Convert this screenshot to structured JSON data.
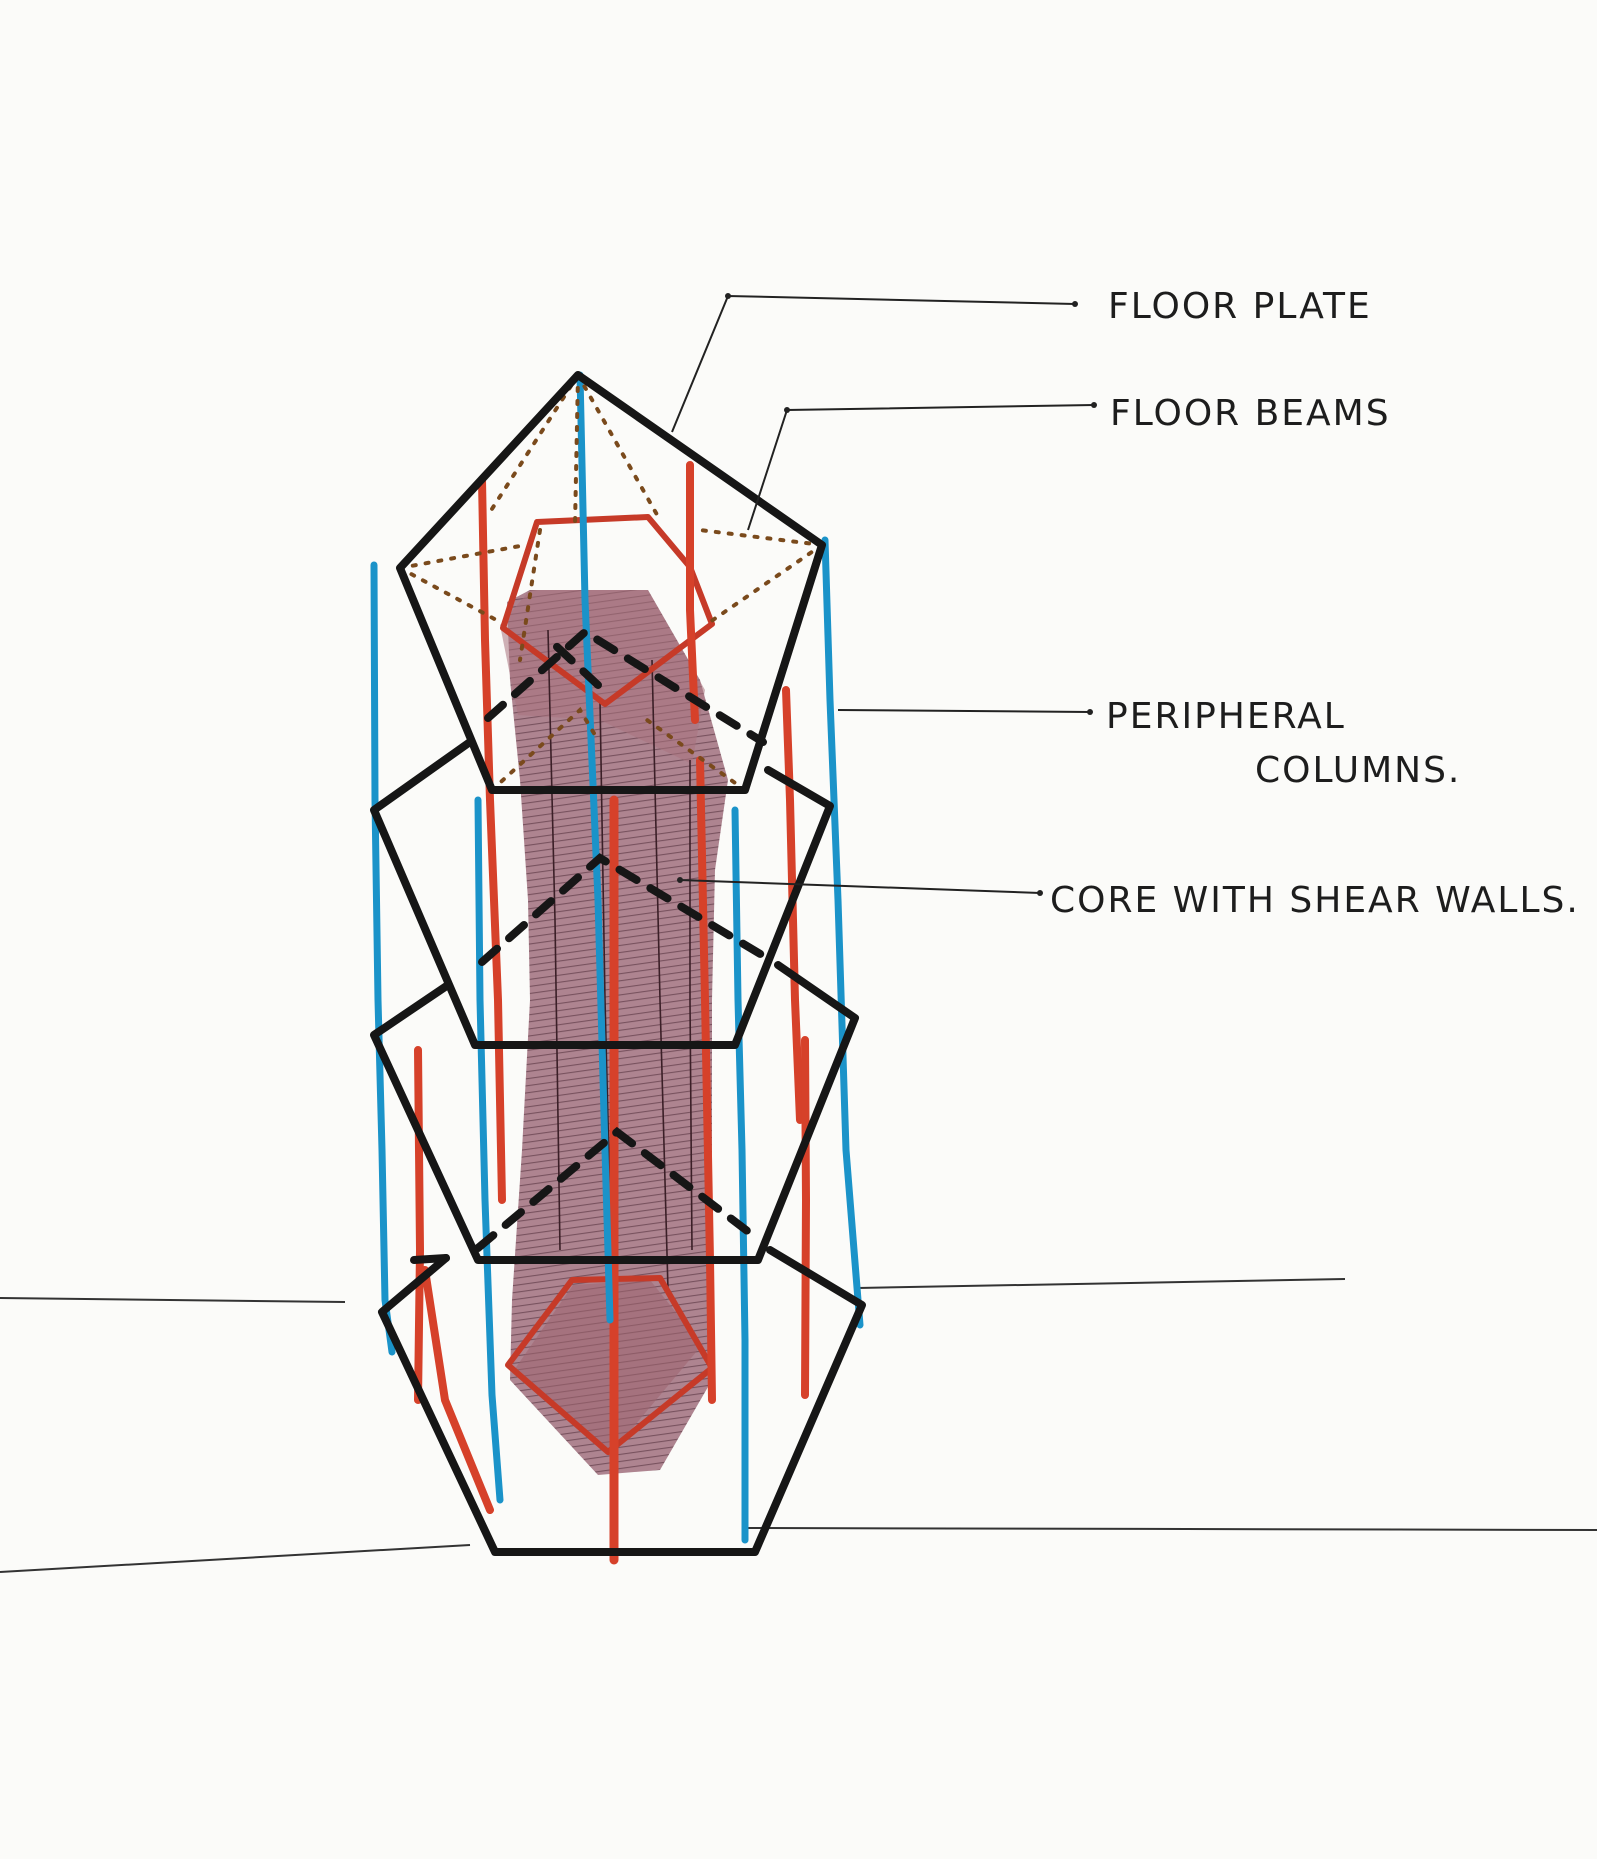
{
  "labels": {
    "floor_plate": "FLOOR PLATE",
    "floor_beams": "FLOOR BEAMS",
    "peripheral_line1": "PERIPHERAL",
    "peripheral_line2": "COLUMNS.",
    "core": "CORE WITH SHEAR WALLS."
  },
  "colors": {
    "outline": "#161616",
    "red": "#d6412a",
    "blue": "#1b93c9",
    "core_fill": "#9a6a78",
    "beam_dots": "#7a4a1c"
  }
}
